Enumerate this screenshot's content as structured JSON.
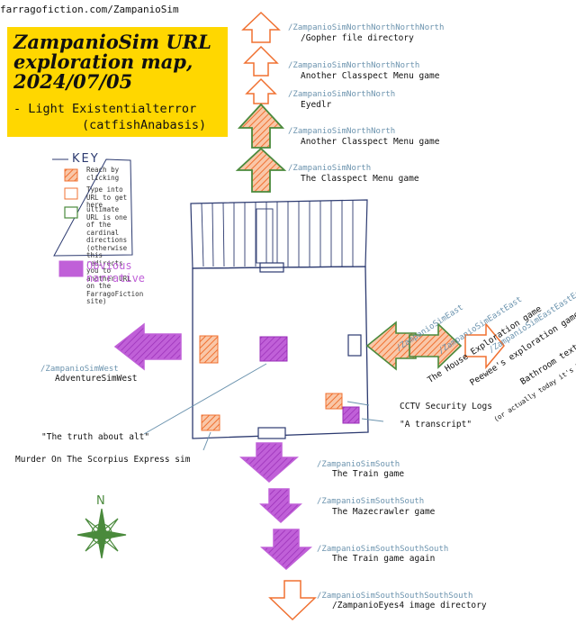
{
  "site_url": "farragofiction.com/ZampanioSim",
  "title": "ZampanioSim URL exploration map, 2024/07/05",
  "author_line1": "- Light Existentialterror",
  "author_line2": "(catfishAnabasis)",
  "key": {
    "heading": "KEY",
    "reach_by_clicking": "Reach by clicking",
    "type_into_url": "Type into URL to get here",
    "ultimate_url": "ultimate URL is one of the cardinal directions (otherwise this redirects you to another URL on the FarragoFiction site)",
    "obvious_narrative": "Obvious narrative"
  },
  "north": [
    {
      "url": "/ZampanioSimNorthNorthNorthNorth",
      "desc": "/Gopher file directory"
    },
    {
      "url": "/ZampanioSimNorthNorthNorth",
      "desc": "Another Classpect Menu game"
    },
    {
      "url": "/ZampanioSimNorthNorth",
      "desc": "Eyedlr"
    },
    {
      "url": "/ZampanioSimNorthNorth",
      "desc": "Another Classpect Menu game"
    },
    {
      "url": "/ZampanioSimNorth",
      "desc": "The Classpect Menu game"
    }
  ],
  "east": [
    {
      "url": "/ZampanioSimEast",
      "desc": "The House Exploration game"
    },
    {
      "url": "/ZampanioSimEastEast",
      "desc": "Peewee's exploration game",
      "note": "(or actually today it's Friday in Hell)"
    },
    {
      "url": "/ZampanioSimEastEastEast",
      "desc": "Bathroom text"
    }
  ],
  "west": {
    "url": "/ZampanioSimWest",
    "desc": "AdventureSimWest"
  },
  "room_labels": {
    "cctv": "CCTV Security Logs",
    "transcript": "\"A transcript\"",
    "truth": "\"The truth about alt\"",
    "murder": "Murder On The Scorpius Express sim"
  },
  "south": [
    {
      "url": "/ZampanioSimSouth",
      "desc": "The Train game"
    },
    {
      "url": "/ZampanioSimSouthSouth",
      "desc": "The Mazecrawler game"
    },
    {
      "url": "/ZampanioSimSouthSouthSouth",
      "desc": "The Train game again"
    },
    {
      "url": "/ZampanioSimSouthSouthSouthSouth",
      "desc": "/ZampanioEyes4 image directory"
    }
  ],
  "compass_letter": "N",
  "colors": {
    "title_bg": "#ffd700",
    "orange": "#f07030",
    "green": "#4a8a3c",
    "purple": "#c060d8",
    "navy": "#2c3a70",
    "url_blue": "#6b93ae"
  }
}
